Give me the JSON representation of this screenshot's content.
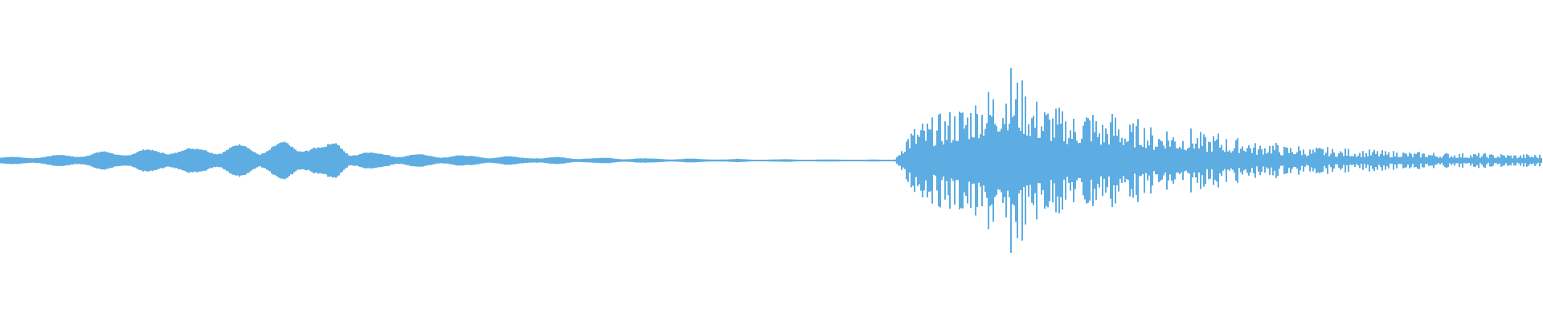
{
  "waveform": {
    "color": "#5dade2",
    "background": "#ffffff",
    "envelope": [
      0.035,
      0.035,
      0.04,
      0.045,
      0.05,
      0.06,
      0.065,
      0.075,
      0.09,
      0.085,
      0.095,
      0.11,
      0.105,
      0.12,
      0.13,
      0.115,
      0.14,
      0.12,
      0.15,
      0.16,
      0.11,
      0.17,
      0.18,
      0.13,
      0.2,
      0.14,
      0.19,
      0.09,
      0.1,
      0.07,
      0.075,
      0.06,
      0.065,
      0.055,
      0.05,
      0.06,
      0.045,
      0.05,
      0.04,
      0.045,
      0.035,
      0.04,
      0.03,
      0.035,
      0.028,
      0.03,
      0.025,
      0.028,
      0.022,
      0.025,
      0.02,
      0.022,
      0.018,
      0.02,
      0.016,
      0.018,
      0.014,
      0.016,
      0.012,
      0.014,
      0.012,
      0.013,
      0.011,
      0.012,
      0.01,
      0.011,
      0.01,
      0.01,
      0.009,
      0.009,
      0.3,
      0.38,
      0.42,
      0.48,
      0.55,
      0.62,
      0.7,
      0.8,
      0.93,
      0.75,
      0.6,
      0.55,
      0.5,
      0.45,
      0.55,
      0.4,
      0.5,
      0.35,
      0.42,
      0.3,
      0.36,
      0.28,
      0.32,
      0.24,
      0.28,
      0.2,
      0.24,
      0.16,
      0.2,
      0.14,
      0.16,
      0.12,
      0.14,
      0.11,
      0.12,
      0.1,
      0.11,
      0.09,
      0.1,
      0.08,
      0.09,
      0.075,
      0.08,
      0.07,
      0.075,
      0.065,
      0.07,
      0.06,
      0.065,
      0.06
    ]
  }
}
